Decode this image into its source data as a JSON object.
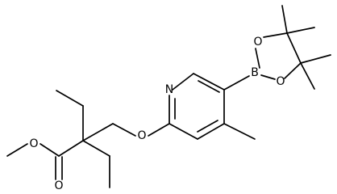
{
  "structure": {
    "atoms": {
      "N": "N",
      "O_ether": "O",
      "O_carbonyl": "O",
      "O_ester": "O",
      "B": "B",
      "O_ring_upper": "O",
      "O_ring_lower": "O"
    }
  },
  "colors": {
    "bond": "#000000",
    "label": "#000000",
    "background": "#ffffff"
  }
}
